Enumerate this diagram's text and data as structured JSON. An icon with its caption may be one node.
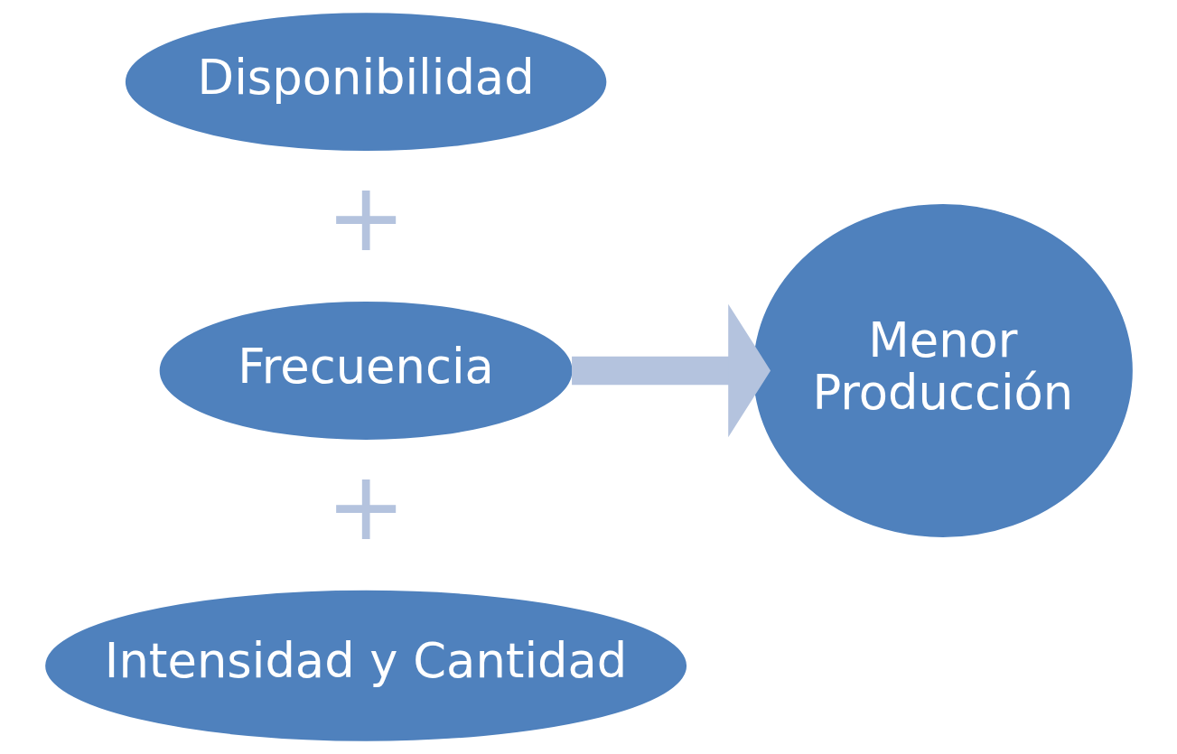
{
  "diagram": {
    "nodes": [
      {
        "text": [
          "Disponibilidad"
        ]
      },
      {
        "text": [
          "Frecuencia"
        ]
      },
      {
        "text": [
          "Intensidad y Cantidad"
        ]
      },
      {
        "text": [
          "Menor Producción"
        ]
      }
    ],
    "edges": [
      {
        "from": 1,
        "to": 3,
        "arrow": "to"
      }
    ],
    "labels": [
      "+",
      "+"
    ]
  }
}
